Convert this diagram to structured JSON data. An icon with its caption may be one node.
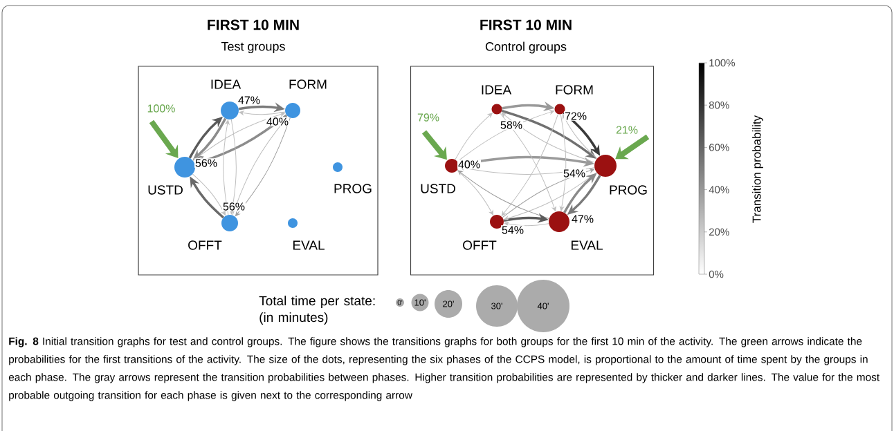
{
  "diagram": {
    "caption": "**Fig. 8** Initial transition graphs for test and control groups. The figure shows the transitions graphs for both groups for the first 10 min of the activity. The green arrows indicate the probabilities for the first transitions of the activity. The size of the dots, representing the six phases of the CCPS model, is proportional to the amount of time spent by the groups in each phase. The gray arrows represent the transition probabilities between phases. Higher transition probabilities are represented by thicker and darker lines. The value for the most probable outgoing transition for each phase is given next to the corresponding arrow",
    "nodes": [
      {
        "text": [
          "FIRST 10 MIN",
          "Test groups"
        ]
      },
      {
        "text": [
          "IDEA"
        ],
        "in": 0
      },
      {
        "text": [
          "FORM"
        ],
        "in": 0
      },
      {
        "text": [
          "USTD"
        ],
        "in": 0
      },
      {
        "text": [
          "PROG"
        ],
        "in": 0
      },
      {
        "text": [
          "OFFT"
        ],
        "in": 0
      },
      {
        "text": [
          "EVAL"
        ],
        "in": 0
      },
      {
        "text": [
          "FIRST 10 MIN",
          "Control groups"
        ]
      },
      {
        "text": [
          "IDEA"
        ],
        "in": 7
      },
      {
        "text": [
          "FORM"
        ],
        "in": 7
      },
      {
        "text": [
          "USTD"
        ],
        "in": 7
      },
      {
        "text": [
          "PROG"
        ],
        "in": 7
      },
      {
        "text": [
          "OFFT"
        ],
        "in": 7
      },
      {
        "text": [
          "EVAL"
        ],
        "in": 7
      },
      {
        "text": [
          "0'"
        ]
      },
      {
        "text": [
          "10'"
        ]
      },
      {
        "text": [
          "20'"
        ]
      },
      {
        "text": [
          "30'"
        ]
      },
      {
        "text": [
          "40'"
        ]
      }
    ],
    "edges": [
      {
        "from": null,
        "to": 3,
        "arrow": "to",
        "label": "100%",
        "style": "thick",
        "color": "#6aa84f"
      },
      {
        "from": 1,
        "to": 3,
        "arrow": "to",
        "style": "thick",
        "color": "#8c8c8c"
      },
      {
        "from": 3,
        "to": 1,
        "arrow": "to",
        "label": "56%",
        "style": "thick",
        "color": "#5a5a5a"
      },
      {
        "from": 2,
        "to": 3,
        "arrow": "to",
        "label": "40%",
        "style": "thick",
        "color": "#8c8c8c"
      },
      {
        "from": 1,
        "to": 2,
        "arrow": "to",
        "label": "47%",
        "style": "thick",
        "color": "#7a7a7a"
      },
      {
        "from": 2,
        "to": 1,
        "arrow": "to"
      },
      {
        "from": 3,
        "to": 2,
        "arrow": "to"
      },
      {
        "from": 1,
        "to": 5,
        "arrow": "to"
      },
      {
        "from": 5,
        "to": 1,
        "arrow": "to"
      },
      {
        "from": 2,
        "to": 5,
        "arrow": "to",
        "color": "#a0a0a0"
      },
      {
        "from": 5,
        "to": 2,
        "arrow": "to"
      },
      {
        "from": 3,
        "to": 5,
        "arrow": "to"
      },
      {
        "from": 5,
        "to": 3,
        "arrow": "to",
        "label": "56%",
        "style": "thick",
        "color": "#6a6a6a"
      },
      {
        "from": null,
        "to": 10,
        "arrow": "to",
        "label": "79%",
        "style": "thick",
        "color": "#6aa84f"
      },
      {
        "from": null,
        "to": 11,
        "arrow": "to",
        "label": "21%",
        "style": "thick",
        "color": "#6aa84f"
      },
      {
        "from": 8,
        "to": 9,
        "arrow": "to",
        "style": "thick",
        "color": "#999999"
      },
      {
        "from": 8,
        "to": 11,
        "arrow": "to",
        "label": "58%",
        "style": "thick",
        "color": "#707070"
      },
      {
        "from": 9,
        "to": 11,
        "arrow": "to",
        "label": "72%",
        "style": "thick",
        "color": "#3a3a3a"
      },
      {
        "from": 11,
        "to": 9,
        "arrow": "to"
      },
      {
        "from": 10,
        "to": 11,
        "arrow": "to",
        "label": "40%",
        "style": "thick",
        "color": "#9a9a9a"
      },
      {
        "from": 11,
        "to": 10,
        "arrow": "to"
      },
      {
        "from": 10,
        "to": 8,
        "arrow": "to"
      },
      {
        "from": 10,
        "to": 9,
        "arrow": "to"
      },
      {
        "from": 9,
        "to": 12,
        "arrow": "to"
      },
      {
        "from": 13,
        "to": 10,
        "arrow": "to",
        "color": "#9a9a9a"
      },
      {
        "from": 10,
        "to": 12,
        "arrow": "to"
      },
      {
        "from": 12,
        "to": 13,
        "arrow": "to",
        "label": "54%",
        "style": "thick",
        "color": "#5a5a5a"
      },
      {
        "from": 13,
        "to": 12,
        "arrow": "to"
      },
      {
        "from": 12,
        "to": 11,
        "arrow": "to",
        "color": "#a0a0a0"
      },
      {
        "from": 11,
        "to": 12,
        "arrow": "to"
      },
      {
        "from": 13,
        "to": 11,
        "arrow": "to",
        "label": "47%",
        "style": "thick",
        "color": "#8a8a8a"
      },
      {
        "from": 11,
        "to": 13,
        "arrow": "to",
        "label": "54%",
        "style": "thick",
        "color": "#7a7a7a"
      },
      {
        "from": 9,
        "to": 13,
        "arrow": "to"
      },
      {
        "from": 8,
        "to": 13,
        "arrow": "to"
      },
      {
        "from": 11,
        "to": 8,
        "arrow": "to"
      }
    ],
    "labels": [
      "100%",
      "80%",
      "60%",
      "40%",
      "20%",
      "0%",
      "Transition probability",
      "Total time per state: (in minutes)"
    ]
  }
}
